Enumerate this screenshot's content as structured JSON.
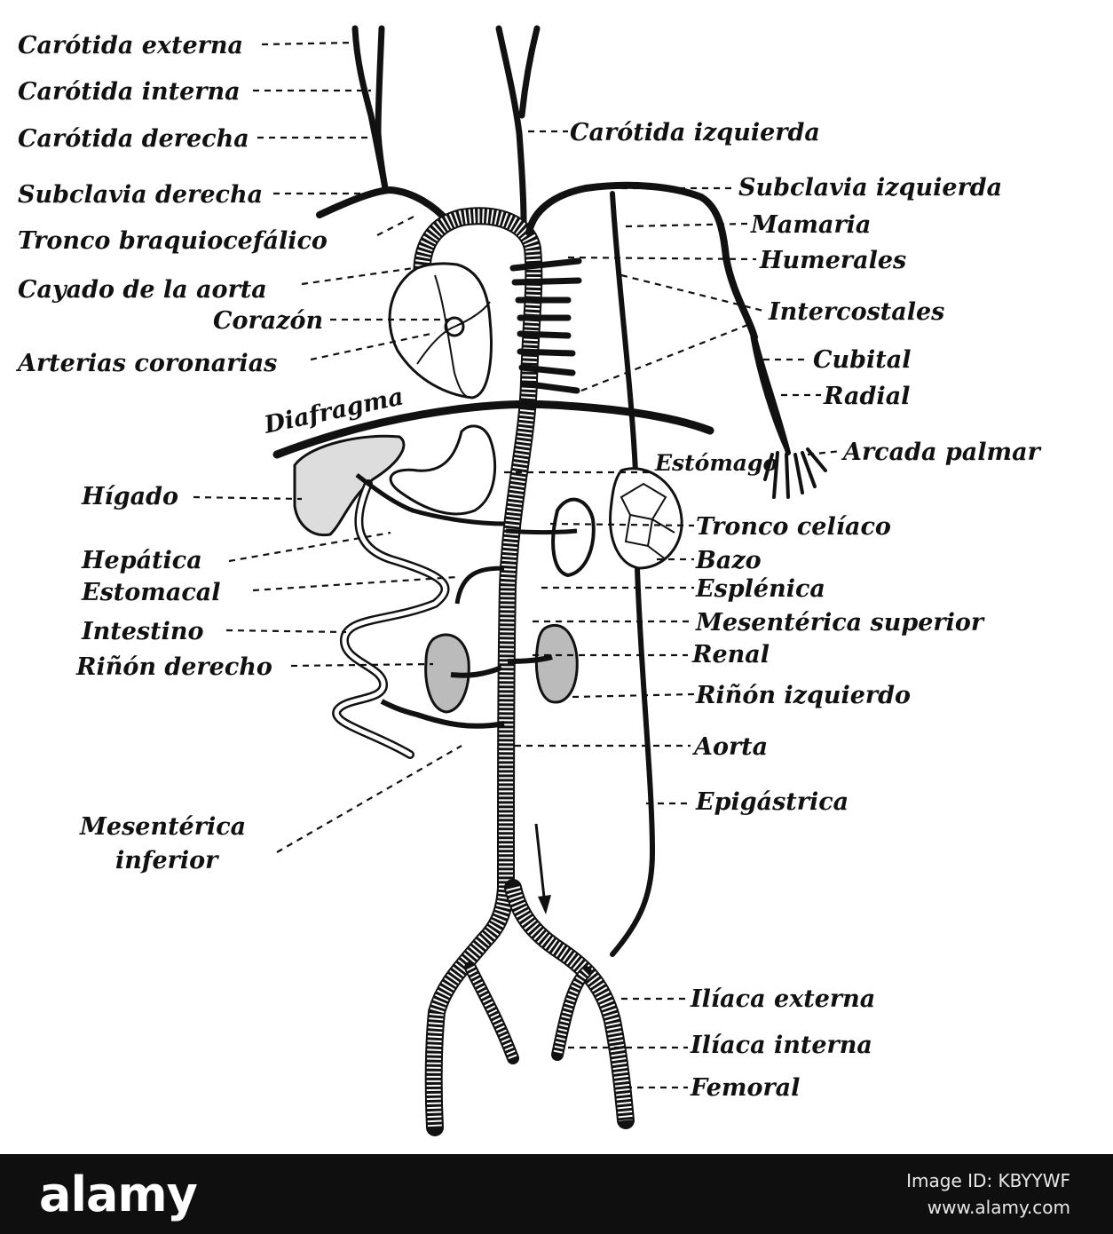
{
  "labels": {
    "carotida_externa": "Carótida externa",
    "carotida_interna": "Carótida interna",
    "carotida_derecha": "Carótida derecha",
    "subclavia_derecha": "Subclavia derecha",
    "tronco_braquiocefalico": "Tronco braquiocefálico",
    "cayado_aorta": "Cayado de la aorta",
    "corazon": "Corazón",
    "arterias_coronarias": "Arterias coronarias",
    "diafragma": "Diafragma",
    "higado": "Hígado",
    "hepatica": "Hepática",
    "estomacal": "Estomacal",
    "intestino": "Intestino",
    "rinon_derecho": "Riñón derecho",
    "mesenterica_inferior_1": "Mesentérica",
    "mesenterica_inferior_2": "inferior",
    "carotida_izquierda": "Carótida izquierda",
    "subclavia_izquierda": "Subclavia izquierda",
    "mamaria": "Mamaria",
    "humerales": "Humerales",
    "intercostales": "Intercostales",
    "cubital": "Cubital",
    "radial": "Radial",
    "arcada_palmar": "Arcada palmar",
    "estomago": "Estómago",
    "tronco_celiaco": "Tronco celíaco",
    "bazo": "Bazo",
    "esplenica": "Esplénica",
    "mesenterica_superior": "Mesentérica superior",
    "renal": "Renal",
    "rinon_izquierdo": "Riñón izquierdo",
    "aorta": "Aorta",
    "epigastrica": "Epigástrica",
    "iliaca_externa": "Ilíaca externa",
    "iliaca_interna": "Ilíaca interna",
    "femoral": "Femoral"
  },
  "footer": {
    "logo": "alamy",
    "image_id": "Image ID: KBYYWF",
    "site": "www.alamy.com"
  }
}
